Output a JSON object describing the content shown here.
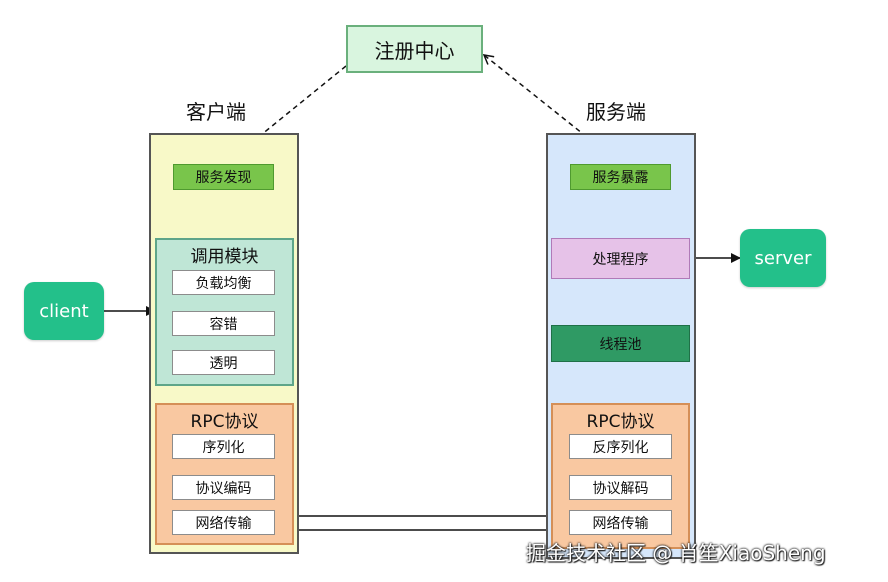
{
  "registry": {
    "label": "注册中心"
  },
  "client_side": {
    "title": "客户端",
    "discovery": "服务发现",
    "invoke": {
      "title": "调用模块",
      "items": [
        "负载均衡",
        "容错",
        "透明"
      ]
    },
    "rpc": {
      "title": "RPC协议",
      "items": [
        "序列化",
        "协议编码",
        "网络传输"
      ]
    }
  },
  "server_side": {
    "title": "服务端",
    "expose": "服务暴露",
    "handler": "处理程序",
    "thread_pool": "线程池",
    "rpc": {
      "title": "RPC协议",
      "items": [
        "反序列化",
        "协议解码",
        "网络传输"
      ]
    }
  },
  "external": {
    "client": "client",
    "server": "server"
  },
  "watermark": "掘金技术社区 @ 肖笙XiaoSheng",
  "colors": {
    "client_panel": "#f8f9c8",
    "server_panel": "#d6e7fb",
    "registry": "#d9f5df",
    "discovery_chip": "#79c54b",
    "invoke_group": "#bfe6d6",
    "rpc_group": "#f9c8a1",
    "handler": "#e6c2e8",
    "thread_pool": "#2f9a64",
    "pill": "#23c08a"
  }
}
